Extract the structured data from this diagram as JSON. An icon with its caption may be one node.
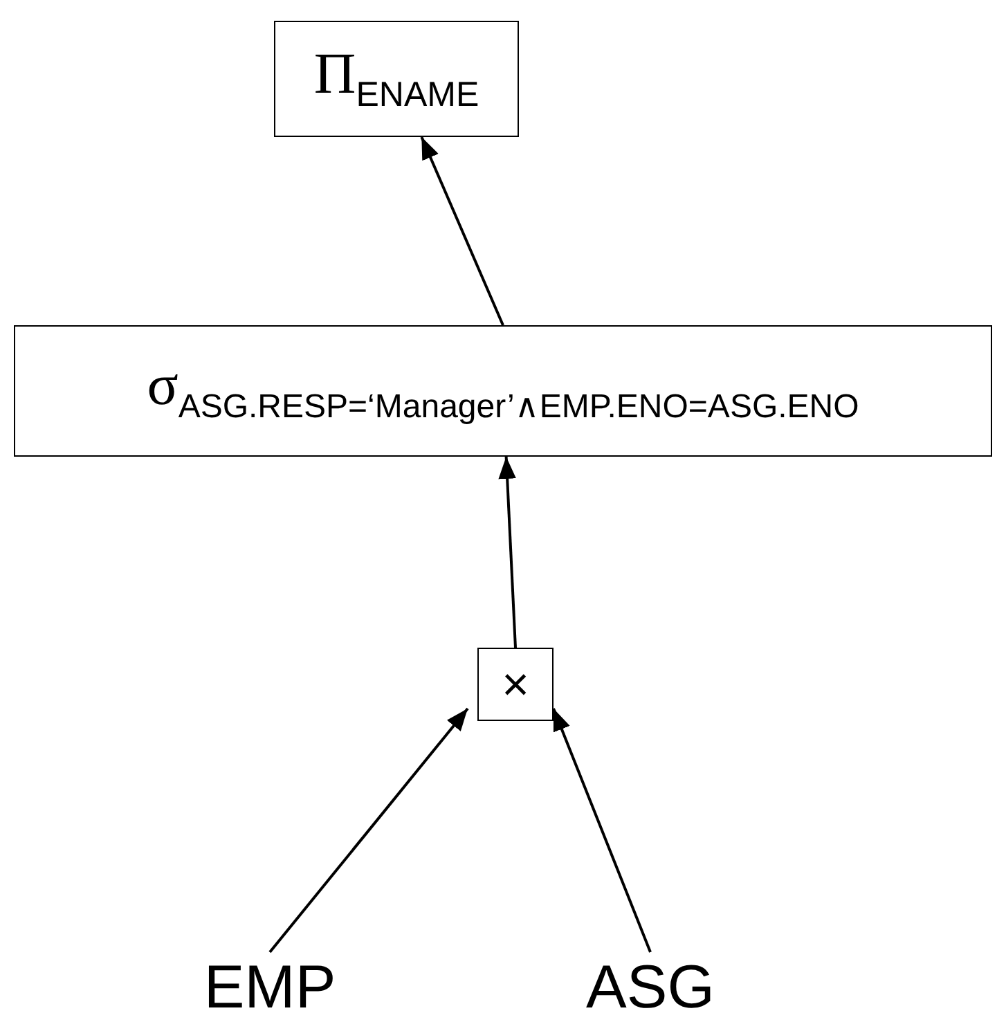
{
  "diagram": {
    "nodes": [
      {
        "text": [
          "Π$_{ENAME}$"
        ]
      },
      {
        "text": [
          "σ$_{ASG.RESP=‘Manager’∧EMP.ENO=ASG.ENO}$"
        ]
      },
      {
        "text": [
          "×"
        ]
      },
      {
        "text": [
          "EMP"
        ]
      },
      {
        "text": [
          "ASG"
        ]
      }
    ],
    "edges": [
      {
        "from": 1,
        "to": 0,
        "arrow": "to"
      },
      {
        "from": 2,
        "to": 1,
        "arrow": "to"
      },
      {
        "from": 3,
        "to": 2,
        "arrow": "to"
      },
      {
        "from": 4,
        "to": 2,
        "arrow": "to"
      }
    ]
  }
}
